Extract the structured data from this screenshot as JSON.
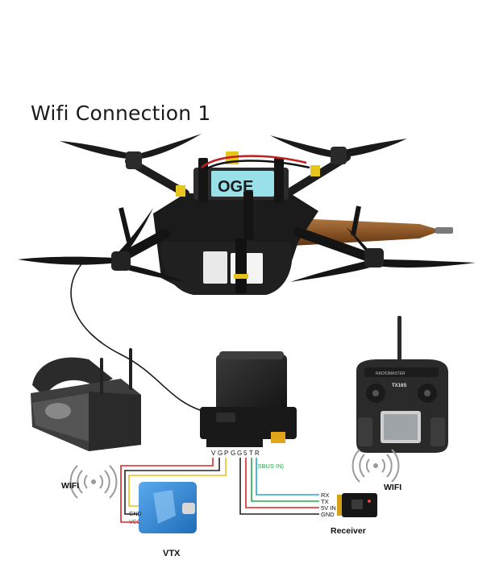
{
  "title": "Wifi Connection 1",
  "battery_display": "OGE",
  "pins": [
    "V",
    "G",
    "P",
    "G",
    "G",
    "5",
    "T",
    "R"
  ],
  "sbus_label": "(SBUS IN)",
  "receiver_pins": [
    "RX",
    "TX",
    "5V IN",
    "GND"
  ],
  "vtx_pins": [
    "GND",
    "VCC"
  ],
  "wifi_left": "WIFI",
  "wifi_right": "WIFI",
  "vtx_label": "VTX",
  "receiver_label": "Receiver",
  "radio_brand": "RADIOMASTER",
  "radio_model": "TX16S",
  "colors": {
    "wire_red": "#d62828",
    "wire_yellow": "#e9c21a",
    "wire_green": "#2aa84a",
    "wire_cyan": "#29a9c9",
    "wire_black": "#222222",
    "vtx_blue": "#2f86d6",
    "rocket_brown": "#8a5426"
  }
}
